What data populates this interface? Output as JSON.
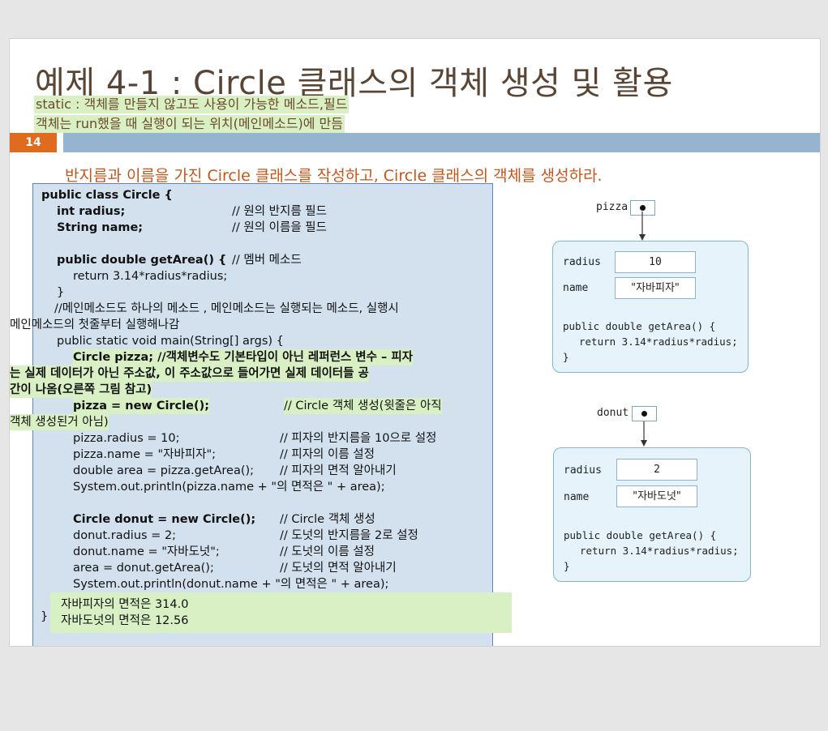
{
  "slide": {
    "title": "예제 4-1 : Circle 클래스의 객체 생성 및 활용",
    "note_line1": "static : 객체를 만들지 않고도 사용이 가능한 메소드,필드",
    "note_line2": "객체는 run했을 때 실행이 되는 위치(메인메소드)에 만듬",
    "page_number": "14",
    "subtitle": "반지름과 이름을 가진 Circle 클래스를 작성하고, Circle 클래스의 객체를 생성하라."
  },
  "code": {
    "l01": "public class Circle {",
    "l02a": "int radius;",
    "l02b": "// 원의 반지름 필드",
    "l03a": "String name;",
    "l03b": "// 원의 이름을 필드",
    "l04a": "public double getArea() {",
    "l04b": "// 멤버 메소드",
    "l05": "return 3.14*radius*radius;",
    "l06": "}",
    "l07": "//메인메소드도 하나의 메소드 , 메인메소드는 실행되는 메소드, 실행시",
    "l08": "메인메소드의 첫줄부터 실행해나감",
    "l09": "public static void main(String[] args) {",
    "l10": "Circle pizza; //객체변수도 기본타입이 아닌 레퍼런스 변수 – 피자",
    "l11": "는 실제 데이터가 아닌 주소값, 이 주소값으로 들어가면 실제 데이터들 공",
    "l12": "간이 나옴(오른쪽 그림 참고)",
    "l13a": "pizza = new Circle();",
    "l13b": "// Circle 객체 생성(윗줄은 아직",
    "l14": "객체 생성된거 아님)",
    "l15a": "pizza.radius = 10;",
    "l15b": "// 피자의 반지름을 10으로 설정",
    "l16a": "pizza.name = \"자바피자\";",
    "l16b": "// 피자의 이름 설정",
    "l17a": "double area = pizza.getArea();",
    "l17b": "// 피자의 면적 알아내기",
    "l18": "System.out.println(pizza.name + \"의 면적은 \" + area);",
    "l19a": "Circle donut = new Circle();",
    "l19b": "// Circle 객체 생성",
    "l20a": "donut.radius = 2;",
    "l20b": "// 도넛의 반지름을 2로 설정",
    "l21a": "donut.name = \"자바도넛\";",
    "l21b": "// 도넛의 이름 설정",
    "l22a": "area = donut.getArea();",
    "l22b": "// 도넛의 면적 알아내기",
    "l23": "System.out.println(donut.name + \"의 면적은 \" + area);",
    "l24": "}"
  },
  "output": {
    "line1": "자바피자의 면적은 314.0",
    "line2": "자바도넛의 면적은 12.56"
  },
  "diagram": {
    "pizza": {
      "var": "pizza",
      "radius_label": "radius",
      "radius_value": "10",
      "name_label": "name",
      "name_value": "\"자바피자\"",
      "method_line1": "public double getArea() {",
      "method_line2": "return 3.14*radius*radius;",
      "method_line3": "}"
    },
    "donut": {
      "var": "donut",
      "radius_label": "radius",
      "radius_value": "2",
      "name_label": "name",
      "name_value": "\"자바도넛\"",
      "method_line1": "public double getArea() {",
      "method_line2": "return 3.14*radius*radius;",
      "method_line3": "}"
    }
  }
}
